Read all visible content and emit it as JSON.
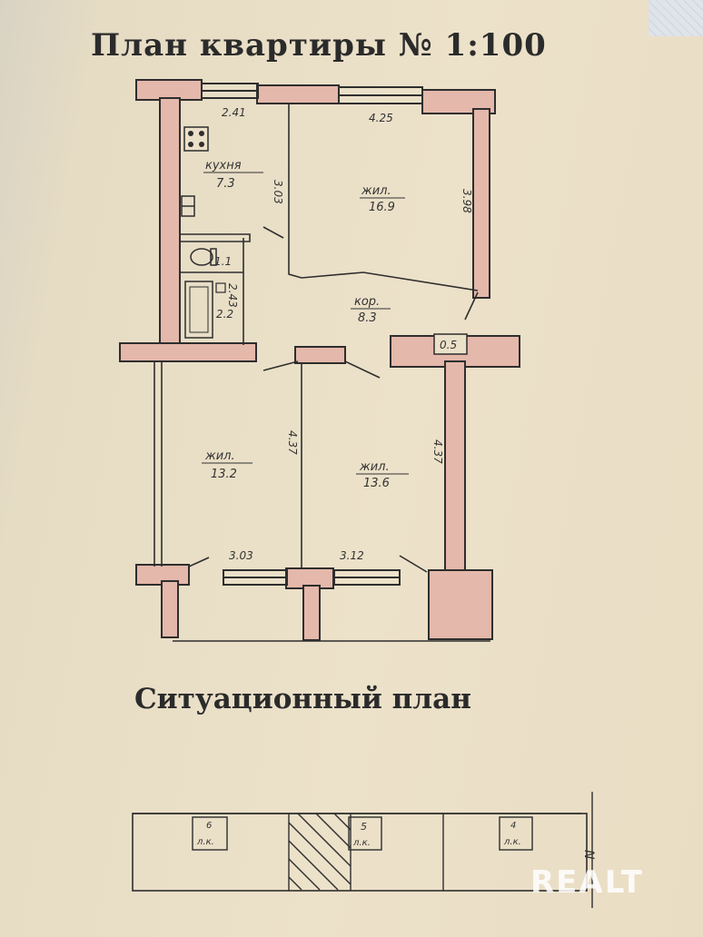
{
  "title": "План квартиры № 1:100",
  "rooms": {
    "kitchen_label": "кухня",
    "kitchen_area": "7.3",
    "living1_label": "жил.",
    "living1_area": "16.9",
    "corridor_label": "кор.",
    "corridor_area": "8.3",
    "toilet_area": "1.1",
    "bath_area": "2.2",
    "closet_area": "0.5",
    "living2_label": "жил.",
    "living2_area": "13.2",
    "living3_label": "жил.",
    "living3_area": "13.6"
  },
  "dimensions": {
    "d_2_41": "2.41",
    "d_4_25": "4.25",
    "d_3_03_top": "3.03",
    "d_3_98": "3.98",
    "d_2_43": "2.43",
    "d_4_37_left": "4.37",
    "d_4_37_right": "4.37",
    "d_3_03_bottom": "3.03",
    "d_3_12": "3.12"
  },
  "subtitle": "Ситуационный план",
  "site_plan": {
    "lot_6": "6",
    "lot_6_tag": "л.к.",
    "lot_5": "5",
    "lot_5_tag": "л.к.",
    "lot_4": "4",
    "lot_4_tag": "л.к.",
    "north": "N"
  },
  "watermark": "REALT",
  "colors": {
    "wall_fill": "#e4b8aa",
    "ink": "#2e2e2e",
    "paper": "#ebe0c8"
  }
}
